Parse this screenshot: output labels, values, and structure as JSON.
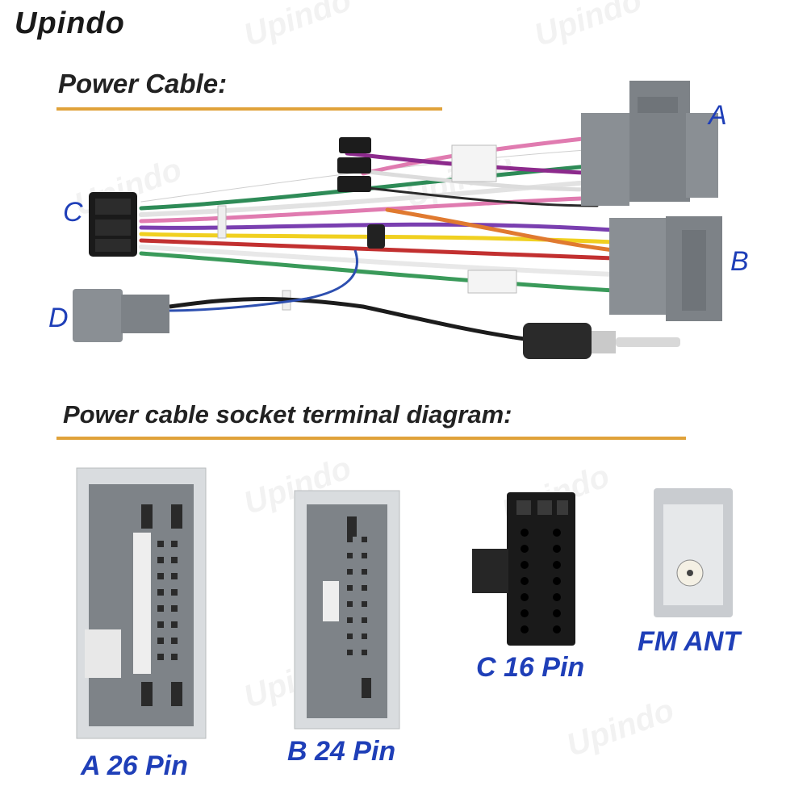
{
  "brand": "Upindo",
  "heading_1": "Power Cable:",
  "heading_2": "Power cable socket terminal diagram:",
  "connector_letters": {
    "a": "A",
    "b": "B",
    "c": "C",
    "d": "D"
  },
  "captions": {
    "a": "A 26 Pin",
    "b": "B 24 Pin",
    "c": "C 16 Pin",
    "fm": "FM ANT"
  },
  "colors": {
    "accent_underline": "#e0a23a",
    "label_blue": "#1f3fb8",
    "connector_gray": "#8a8f94",
    "socket_light": "#d9dcdf"
  }
}
